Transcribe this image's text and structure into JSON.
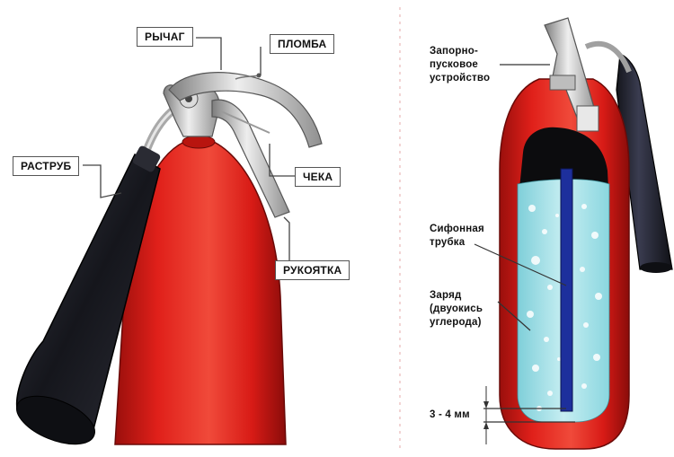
{
  "left_labels": {
    "lever": "РЫЧАГ",
    "seal": "ПЛОМБА",
    "horn": "РАСТРУБ",
    "pin": "ЧЕКА",
    "handle": "РУКОЯТКА"
  },
  "right_labels": {
    "valve_line1": "Запорно-",
    "valve_line2": "пусковое",
    "valve_line3": "устройство",
    "siphon_line1": "Сифонная",
    "siphon_line2": "трубка",
    "charge_line1": "Заряд",
    "charge_line2": "(двуокись",
    "charge_line3": "углерода)",
    "gap": "3 - 4 мм"
  },
  "colors": {
    "body_red": "#e0201a",
    "horn_black": "#1c1c24",
    "metal": "#c9c9c9",
    "liquid": "#9fdde6",
    "siphon_blue": "#1d2f9c"
  }
}
